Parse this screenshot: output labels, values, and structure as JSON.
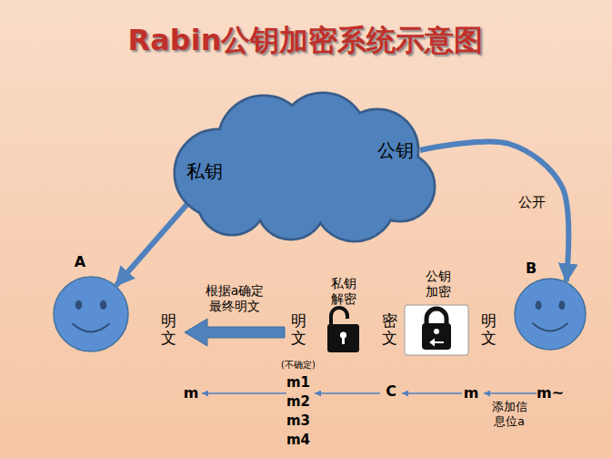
{
  "diagram": {
    "title": "Rabin公钥加密系统示意图",
    "nodes": [
      {
        "text": [
          "私钥",
          "公钥"
        ]
      },
      {
        "text": [
          "A"
        ]
      },
      {
        "text": [
          "B"
        ]
      }
    ],
    "edges": [
      {
        "from": 0,
        "to": 1,
        "arrow": "to"
      },
      {
        "from": 0,
        "to": 2,
        "arrow": "to",
        "label": "公开"
      }
    ],
    "labels": [
      "明文",
      "根据a确定 最终明文",
      "明文",
      "私钥 解密",
      "密文",
      "公钥 加密",
      "明文",
      "m",
      "(不确定)",
      "m1",
      "m2",
      "m3",
      "m4",
      "C",
      "m",
      "m~",
      "添加信 息位a"
    ]
  }
}
